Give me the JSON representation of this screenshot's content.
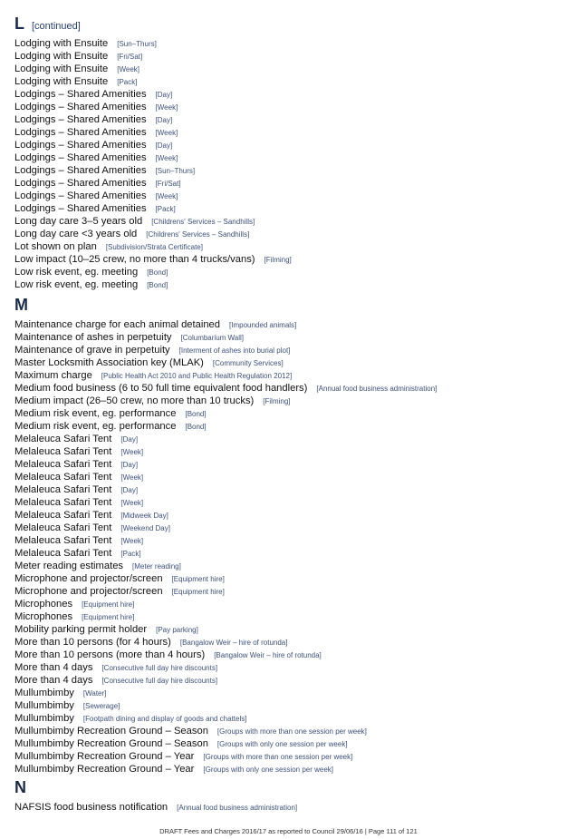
{
  "sections": [
    {
      "letter": "L",
      "continued": "[continued]",
      "rows": [
        {
          "entry": "Lodging with Ensuite",
          "tag": "[Sun–Thurs]"
        },
        {
          "entry": "Lodging with Ensuite",
          "tag": "[Fri/Sat]"
        },
        {
          "entry": "Lodging with Ensuite",
          "tag": "[Week]"
        },
        {
          "entry": "Lodging with Ensuite",
          "tag": "[Pack]"
        },
        {
          "entry": "Lodgings – Shared Amenities",
          "tag": "[Day]"
        },
        {
          "entry": "Lodgings – Shared Amenities",
          "tag": "[Week]"
        },
        {
          "entry": "Lodgings – Shared Amenities",
          "tag": "[Day]"
        },
        {
          "entry": "Lodgings – Shared Amenities",
          "tag": "[Week]"
        },
        {
          "entry": "Lodgings – Shared Amenities",
          "tag": "[Day]"
        },
        {
          "entry": "Lodgings – Shared Amenities",
          "tag": "[Week]"
        },
        {
          "entry": "Lodgings – Shared Amenities",
          "tag": "[Sun–Thurs]"
        },
        {
          "entry": "Lodgings – Shared Amenities",
          "tag": "[Fri/Sat]"
        },
        {
          "entry": "Lodgings – Shared Amenities",
          "tag": "[Week]"
        },
        {
          "entry": "Lodgings – Shared Amenities",
          "tag": "[Pack]"
        },
        {
          "entry": "Long day care   3–5 years old",
          "tag": "[Childrens' Services – Sandhills]"
        },
        {
          "entry": "Long day care <3 years old",
          "tag": "[Childrens' Services – Sandhills]"
        },
        {
          "entry": "Lot shown on plan",
          "tag": "[Subdivision/Strata Certificate]"
        },
        {
          "entry": "Low impact (10–25 crew, no more than 4 trucks/vans)",
          "tag": "[Filming]"
        },
        {
          "entry": "Low risk event, eg. meeting",
          "tag": "[Bond]"
        },
        {
          "entry": "Low risk event, eg. meeting",
          "tag": "[Bond]"
        }
      ]
    },
    {
      "letter": "M",
      "continued": "",
      "rows": [
        {
          "entry": "Maintenance charge for each animal detained",
          "tag": "[Impounded animals]"
        },
        {
          "entry": "Maintenance of ashes in perpetuity",
          "tag": "[Columbarium Wall]"
        },
        {
          "entry": "Maintenance of grave in perpetuity",
          "tag": "[Interment of ashes into burial plot]"
        },
        {
          "entry": "Master Locksmith Association key (MLAK)",
          "tag": "[Community Services]"
        },
        {
          "entry": "Maximum charge",
          "tag": "[Public Health Act 2010 and Public Health Regulation 2012]"
        },
        {
          "entry": "Medium food business (6 to 50 full time equivalent food handlers)",
          "tag": "[Annual food business administration]"
        },
        {
          "entry": "Medium impact (26–50 crew, no more than 10 trucks)",
          "tag": "[Filming]"
        },
        {
          "entry": "Medium risk event, eg. performance",
          "tag": "[Bond]"
        },
        {
          "entry": "Medium risk event, eg. performance",
          "tag": "[Bond]"
        },
        {
          "entry": "Melaleuca Safari Tent",
          "tag": "[Day]"
        },
        {
          "entry": "Melaleuca Safari Tent",
          "tag": "[Week]"
        },
        {
          "entry": "Melaleuca Safari Tent",
          "tag": "[Day]"
        },
        {
          "entry": "Melaleuca Safari Tent",
          "tag": "[Week]"
        },
        {
          "entry": "Melaleuca Safari Tent",
          "tag": "[Day]"
        },
        {
          "entry": "Melaleuca Safari Tent",
          "tag": "[Week]"
        },
        {
          "entry": "Melaleuca Safari Tent",
          "tag": "[Midweek Day]"
        },
        {
          "entry": "Melaleuca Safari Tent",
          "tag": "[Weekend Day]"
        },
        {
          "entry": "Melaleuca Safari Tent",
          "tag": "[Week]"
        },
        {
          "entry": "Melaleuca Safari Tent",
          "tag": "[Pack]"
        },
        {
          "entry": "Meter reading estimates",
          "tag": "[Meter reading]"
        },
        {
          "entry": "Microphone and projector/screen",
          "tag": "[Equipment hire]"
        },
        {
          "entry": "Microphone and projector/screen",
          "tag": "[Equipment hire]"
        },
        {
          "entry": "Microphones",
          "tag": "[Equipment hire]"
        },
        {
          "entry": "Microphones",
          "tag": "[Equipment hire]"
        },
        {
          "entry": "Mobility parking permit holder",
          "tag": "[Pay parking]"
        },
        {
          "entry": "More than 10 persons (for 4 hours)",
          "tag": "[Bangalow Weir – hire of rotunda]"
        },
        {
          "entry": "More than 10 persons (more than 4 hours)",
          "tag": "[Bangalow Weir – hire of rotunda]"
        },
        {
          "entry": "More than 4 days",
          "tag": "[Consecutive full day hire discounts]"
        },
        {
          "entry": "More than 4 days",
          "tag": "[Consecutive full day hire discounts]"
        },
        {
          "entry": "Mullumbimby",
          "tag": "[Water]"
        },
        {
          "entry": "Mullumbimby",
          "tag": "[Sewerage]"
        },
        {
          "entry": "Mullumbimby",
          "tag": "[Footpath dining and display of goods and chattels]"
        },
        {
          "entry": "Mullumbimby Recreation Ground – Season",
          "tag": "[Groups with more than one session per week]"
        },
        {
          "entry": "Mullumbimby Recreation Ground – Season",
          "tag": "[Groups with only one session per week]"
        },
        {
          "entry": "Mullumbimby Recreation Ground – Year",
          "tag": "[Groups with more than one session per week]"
        },
        {
          "entry": "Mullumbimby Recreation Ground – Year",
          "tag": "[Groups with only one session per week]"
        }
      ]
    },
    {
      "letter": "N",
      "continued": "",
      "rows": [
        {
          "entry": "NAFSIS food business notification",
          "tag": "[Annual food business administration]"
        }
      ]
    }
  ],
  "footer": "DRAFT Fees and Charges 2016/17 as reported to Council 29/06/16 | Page 111 of 121"
}
